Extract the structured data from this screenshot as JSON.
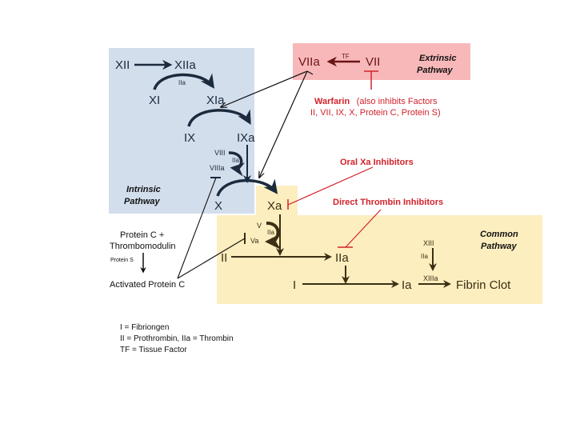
{
  "colors": {
    "intrinsic_bg": "#d3deed",
    "extrinsic_bg": "#f8b8b9",
    "common_bg": "#fdeebf",
    "intrinsic_ink": "#1b2a3d",
    "extrinsic_ink": "#6a1414",
    "common_ink": "#3b2f14",
    "inhibitor_red": "#d2222b"
  },
  "intrinsic": {
    "title_line1": "Intrinsic",
    "title_line2": "Pathway",
    "XII": "XII",
    "XIIa": "XIIa",
    "XI": "XI",
    "XIa": "XIa",
    "IIa_cat_1": "IIa",
    "IX": "IX",
    "IXa": "IXa",
    "VIII": "VIII",
    "VIIIa": "VIIIa",
    "IIa_cat_2": "IIa",
    "X": "X"
  },
  "extrinsic": {
    "title_line1": "Extrinsic",
    "title_line2": "Pathway",
    "VIIa": "VIIa",
    "VII": "VII",
    "TF": "TF"
  },
  "common": {
    "title_line1": "Common",
    "title_line2": "Pathway",
    "Xa": "Xa",
    "V": "V",
    "Va": "Va",
    "IIa_cat_3": "IIa",
    "II": "II",
    "IIa": "IIa",
    "I": "I",
    "Ia": "Ia",
    "XIII": "XIII",
    "IIa_cat_4": "IIa",
    "XIIIa": "XIIIa",
    "fibrin_clot": "Fibrin Clot"
  },
  "protein_c": {
    "line1": "Protein C +",
    "line2": "Thrombomodulin",
    "cofactor": "Protein S",
    "activated": "Activated Protein C"
  },
  "inhibitors": {
    "warfarin_bold": "Warfarin",
    "warfarin_note_1": "(also inhibits Factors",
    "warfarin_note_2": "II, VII, IX, X, Protein C, Protein S)",
    "oral_xa": "Oral Xa Inhibitors",
    "direct_thrombin": "Direct Thrombin Inhibitors"
  },
  "legend": {
    "line1": "I = Fibriongen",
    "line2": "II = Prothrombin, IIa = Thrombin",
    "line3": "TF = Tissue Factor"
  }
}
